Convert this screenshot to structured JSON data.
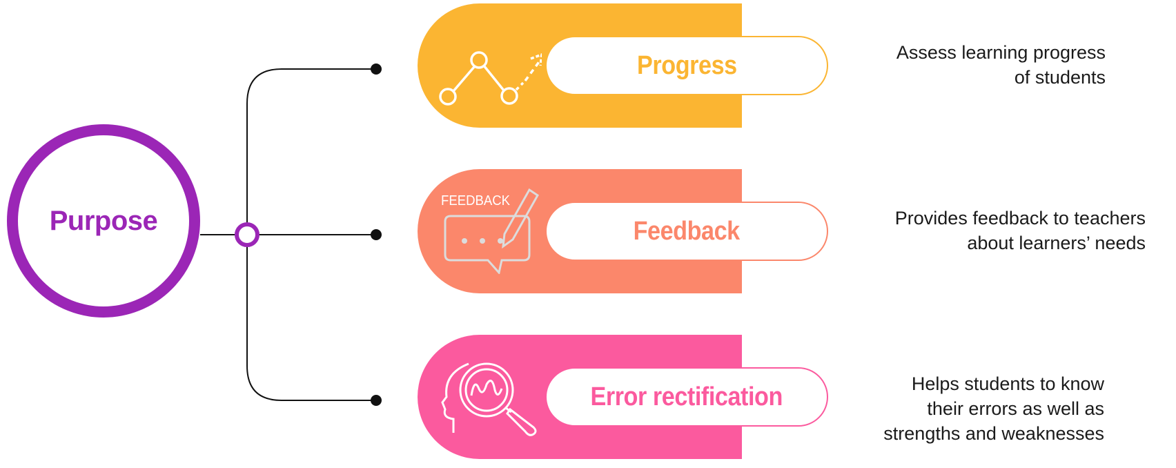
{
  "center": {
    "label": "Purpose"
  },
  "items": [
    {
      "label": "Progress",
      "description": [
        "Assess learning progress",
        "of students"
      ],
      "color": "#fbb532",
      "icon": "trend-line-icon"
    },
    {
      "label": "Feedback",
      "description": [
        "Provides feedback to teachers",
        "about learners’ needs"
      ],
      "color": "#fb876b",
      "icon": "feedback-chat-icon",
      "icon_text": "FEEDBACK"
    },
    {
      "label": "Error rectification",
      "description": [
        "Helps students to know",
        "their errors as well as",
        "strengths and weaknesses"
      ],
      "color": "#fb5a9e",
      "icon": "head-magnifier-icon"
    }
  ],
  "colors": {
    "accent": "#9b26b6",
    "line": "#111111"
  }
}
